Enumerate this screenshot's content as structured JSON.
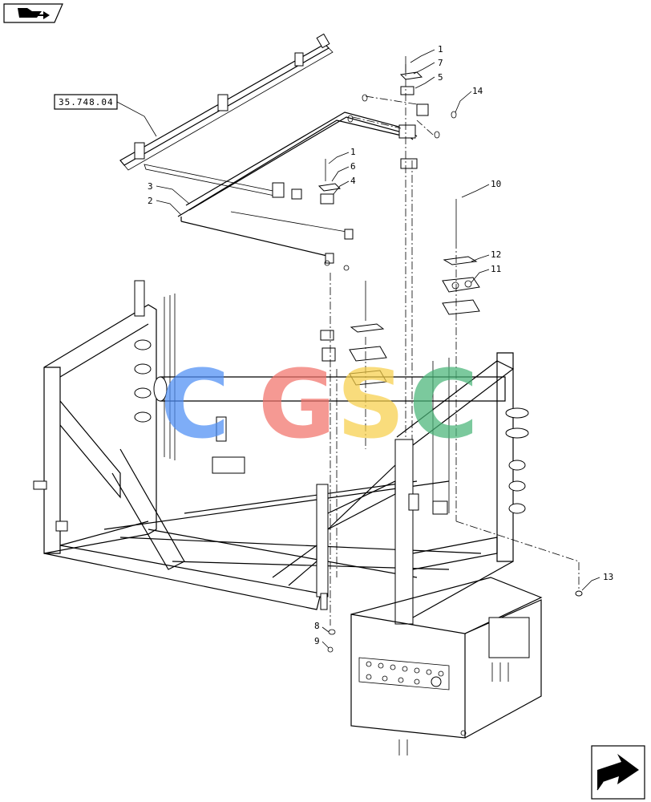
{
  "reference_box": {
    "label": "35.748.04"
  },
  "callouts": [
    {
      "id": "c1a",
      "label": "1"
    },
    {
      "id": "c7",
      "label": "7"
    },
    {
      "id": "c5",
      "label": "5"
    },
    {
      "id": "c14",
      "label": "14"
    },
    {
      "id": "c1b",
      "label": "1"
    },
    {
      "id": "c6",
      "label": "6"
    },
    {
      "id": "c4",
      "label": "4"
    },
    {
      "id": "c3",
      "label": "3"
    },
    {
      "id": "c2",
      "label": "2"
    },
    {
      "id": "c10",
      "label": "10"
    },
    {
      "id": "c12",
      "label": "12"
    },
    {
      "id": "c11",
      "label": "11"
    },
    {
      "id": "c13",
      "label": "13"
    },
    {
      "id": "c8",
      "label": "8"
    },
    {
      "id": "c9",
      "label": "9"
    }
  ],
  "watermark": {
    "letters": [
      "C",
      "G",
      "S",
      "C"
    ],
    "colors": [
      "#4d8ef5",
      "#f2726a",
      "#f7cf4a",
      "#49b578"
    ]
  },
  "icons": {
    "top_left": "book-arrow-icon",
    "bottom_right": "next-page-arrow-icon"
  }
}
